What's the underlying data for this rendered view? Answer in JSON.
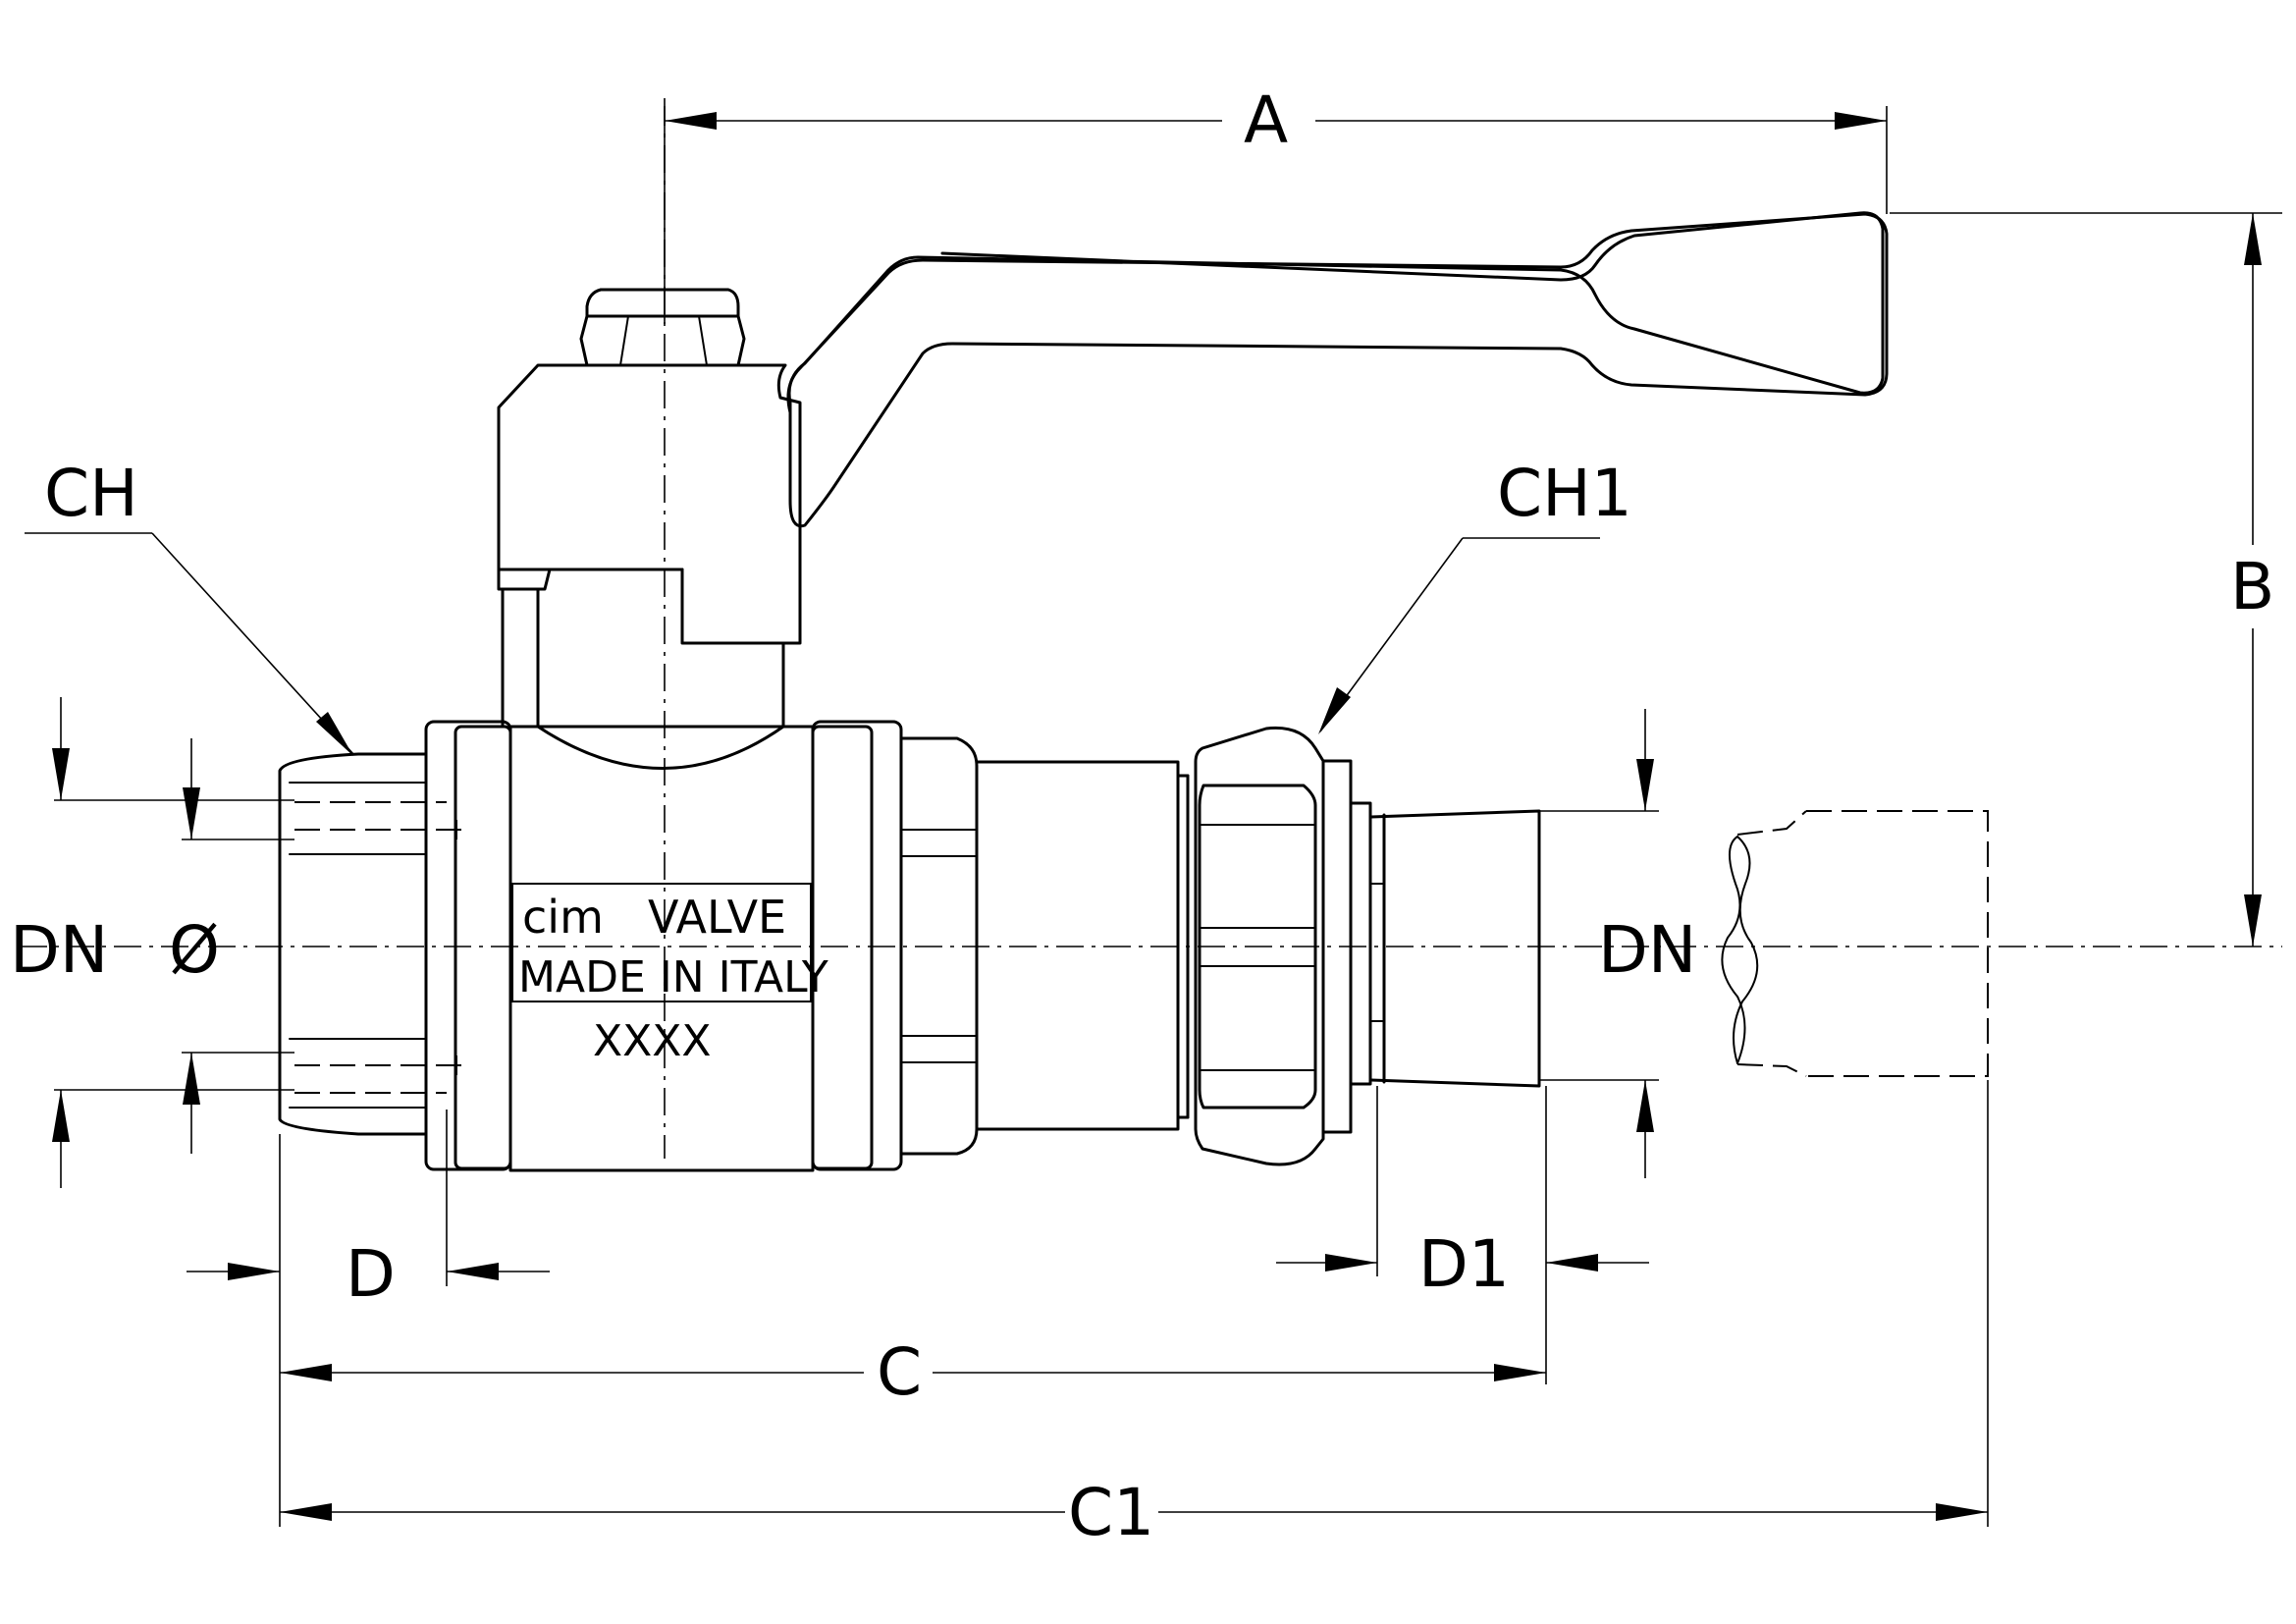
{
  "dimensions": {
    "A": "A",
    "B": "B",
    "C": "C",
    "C1": "C1",
    "D": "D",
    "D1": "D1",
    "CH": "CH",
    "CH1": "CH1",
    "DN_left": "DN",
    "DN_right": "DN",
    "diameter": "Ø"
  },
  "body_marking": {
    "brand_prefix": "cim",
    "brand_suffix": "VALVE",
    "origin": "MADE IN ITALY",
    "code": "XXXX"
  }
}
